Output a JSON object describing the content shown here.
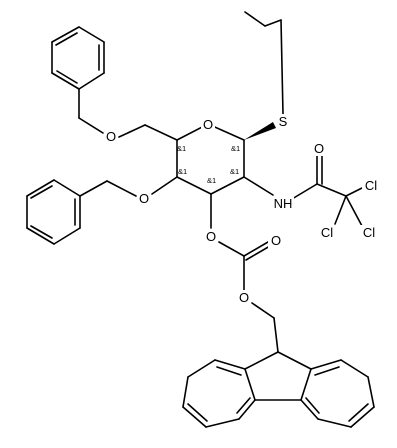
{
  "colors": {
    "background": "#ffffff",
    "ink": "#000000"
  },
  "atom_labels": {
    "o_ring": "O",
    "s_thio": "S",
    "o_benzyl_top": "O",
    "o_benzyl_left": "O",
    "o_carbonate_link": "O",
    "o_carbonyl_carbonate": "O",
    "o_carbonate_ester": "O",
    "nh": "NH",
    "o_carbonyl_amide": "O",
    "cl_top": "Cl",
    "cl_left": "Cl",
    "cl_right": "Cl"
  },
  "stereo_labels": {
    "c5": "&1",
    "c1": "&1",
    "c4": "&1",
    "c3": "&1",
    "c2": "&1"
  }
}
